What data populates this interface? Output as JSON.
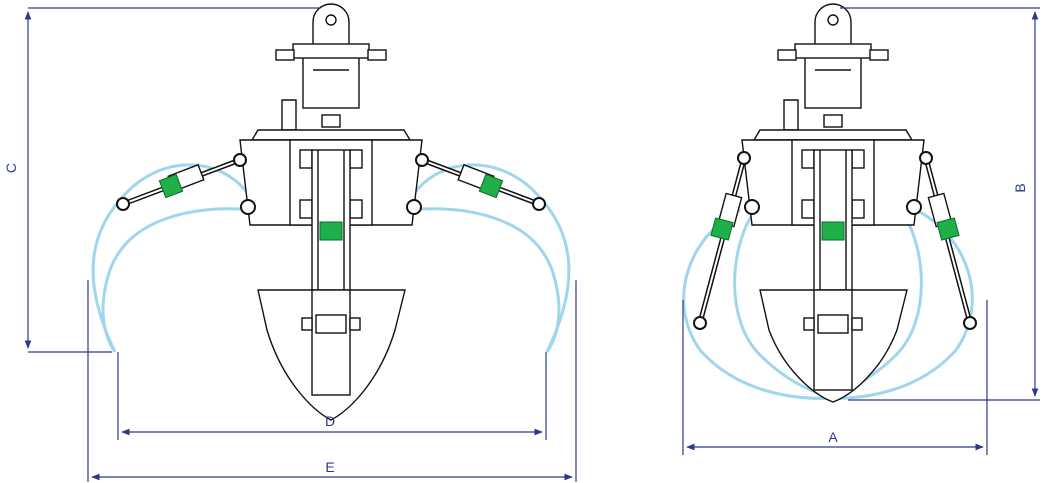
{
  "dimension_labels": {
    "a": "A",
    "b": "B",
    "c": "C",
    "d": "D",
    "e": "E"
  },
  "colors": {
    "dimension": "#2d3a8c",
    "tine": "#9fd6ee",
    "cylinder_accent": "#1fb04a",
    "outline": "#111111"
  }
}
